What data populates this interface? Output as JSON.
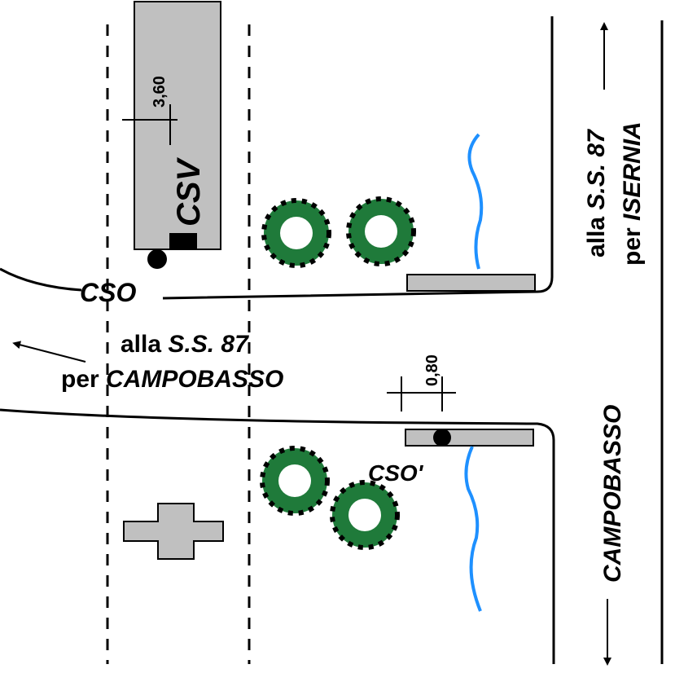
{
  "labels": {
    "csv": "CSV",
    "cso": "CSO",
    "cso_prime": "CSO'",
    "dim_csv": "3,60",
    "dim_cso": "0,80",
    "campobasso_vertical": "CAMPOBASSO"
  },
  "to_isernia": {
    "line1_plain": "alla ",
    "line1_italic": "S.S. 87",
    "line2_plain": "per ",
    "line2_italic": "ISERNIA"
  },
  "to_campobasso": {
    "line1_plain": "alla ",
    "line1_italic": "S.S. 87",
    "line2_plain": "per ",
    "line2_italic": "CAMPOBASSO"
  },
  "colors": {
    "building": "#c0c0c0",
    "stream": "#1e90ff",
    "foliage": "#1f7a3a",
    "ink": "#000000"
  }
}
